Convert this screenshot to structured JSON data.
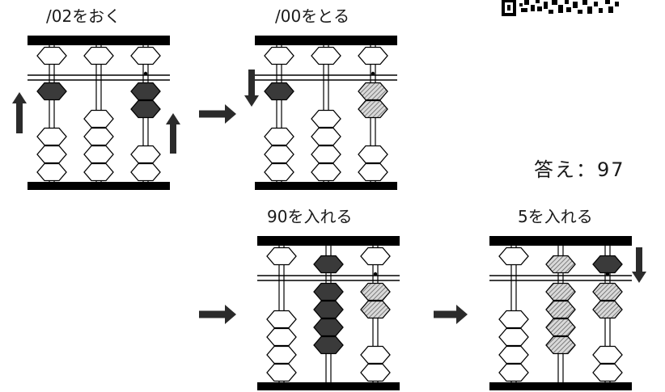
{
  "steps": [
    {
      "caption": "/02をおく",
      "columns": [
        {
          "heaven": "up",
          "earth_moved": 1,
          "fill": "dark"
        },
        {
          "heaven": "up",
          "earth_moved": 0,
          "fill": "white"
        },
        {
          "heaven": "up",
          "earth_moved": 2,
          "fill": "dark",
          "unit_dot": true
        }
      ],
      "arrows": [
        {
          "kind": "up-left"
        },
        {
          "kind": "up-right"
        }
      ]
    },
    {
      "caption": "/00をとる",
      "columns": [
        {
          "heaven": "up",
          "earth_moved": 1,
          "fill": "dark"
        },
        {
          "heaven": "up",
          "earth_moved": 0,
          "fill": "white"
        },
        {
          "heaven": "up",
          "earth_moved": 2,
          "fill": "hatched",
          "unit_dot": true
        }
      ],
      "arrows": [
        {
          "kind": "down-left"
        }
      ]
    },
    {
      "caption": "90を入れる",
      "columns": [
        {
          "heaven": "up",
          "earth_moved": 0,
          "fill": "white"
        },
        {
          "heaven": "down",
          "earth_moved": 4,
          "fill": "dark"
        },
        {
          "heaven": "up",
          "earth_moved": 2,
          "fill": "hatched",
          "unit_dot": true
        }
      ],
      "arrows": []
    },
    {
      "caption": "5を入れる",
      "columns": [
        {
          "heaven": "up",
          "earth_moved": 0,
          "fill": "white"
        },
        {
          "heaven": "down",
          "earth_moved": 4,
          "fill": "hatched"
        },
        {
          "heaven": "down",
          "earth_moved": 2,
          "fill": "mixed",
          "unit_dot": true
        }
      ],
      "arrows": [
        {
          "kind": "down-right"
        }
      ]
    }
  ],
  "answer": "答え：97",
  "colors": {
    "dark": "#3a3a3a",
    "hatched": "#9a9a9a",
    "frame": "#000000",
    "arrow": "#2b2b2b"
  }
}
